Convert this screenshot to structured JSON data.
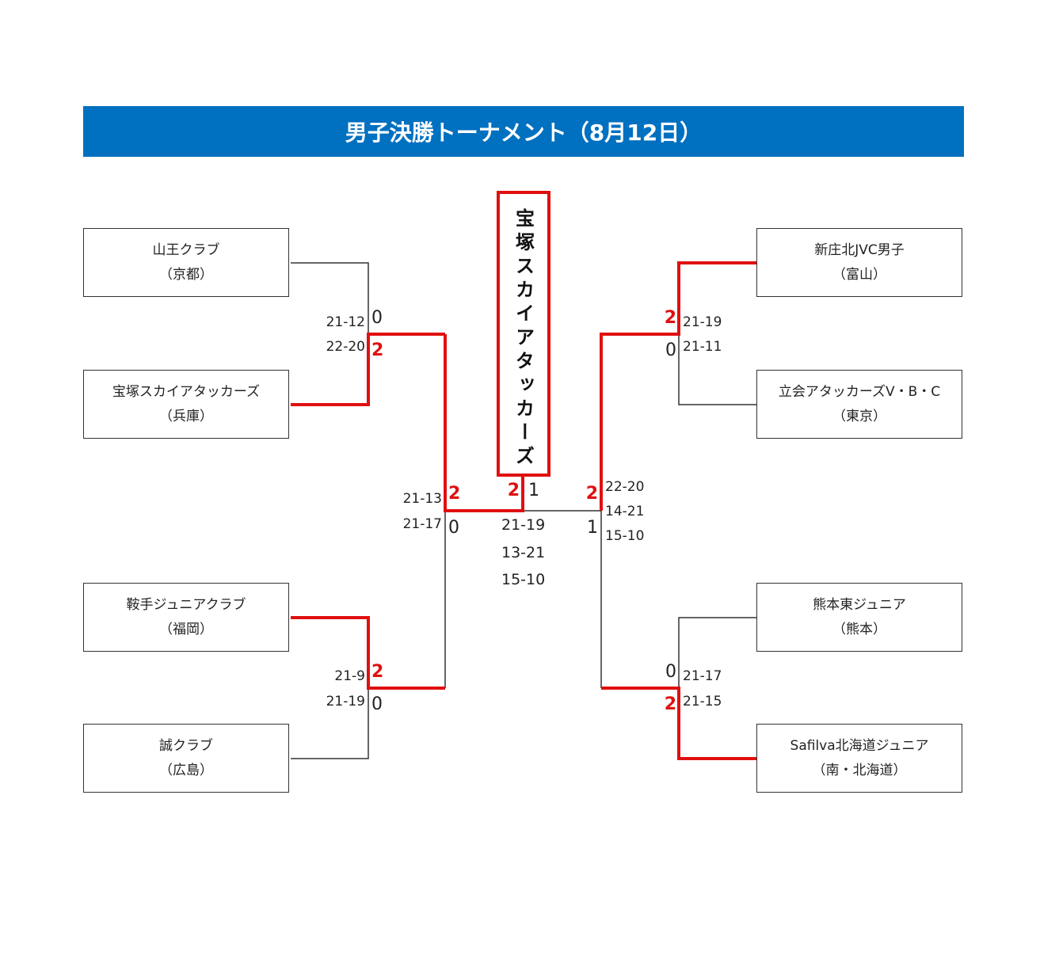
{
  "title": "男子決勝トーナメント（8月12日）",
  "champion": "宝塚スカイアタッカーズ",
  "teams": {
    "left": [
      {
        "name": "山王クラブ",
        "pref": "（京都）"
      },
      {
        "name": "宝塚スカイアタッカーズ",
        "pref": "（兵庫）"
      },
      {
        "name": "鞍手ジュニアクラブ",
        "pref": "（福岡）"
      },
      {
        "name": "誠クラブ",
        "pref": "（広島）"
      }
    ],
    "right": [
      {
        "name": "新庄北JVC男子",
        "pref": "（富山）"
      },
      {
        "name": "立会アタッカーズV・B・C",
        "pref": "（東京）"
      },
      {
        "name": "熊本東ジュニア",
        "pref": "（熊本）"
      },
      {
        "name": "Safilva北海道ジュニア",
        "pref": "（南・北海道）"
      }
    ]
  },
  "matches": {
    "l1": {
      "sets": [
        "21-12",
        "22-20"
      ],
      "top_score": "0",
      "bottom_score": "2"
    },
    "l2": {
      "sets": [
        "21-9",
        "21-19"
      ],
      "top_score": "2",
      "bottom_score": "0"
    },
    "lsemi": {
      "sets": [
        "21-13",
        "21-17"
      ],
      "top_score": "2",
      "bottom_score": "0"
    },
    "r1": {
      "sets": [
        "21-19",
        "21-11"
      ],
      "top_score": "2",
      "bottom_score": "0"
    },
    "r2": {
      "sets": [
        "21-17",
        "21-15"
      ],
      "top_score": "0",
      "bottom_score": "2"
    },
    "rsemi": {
      "sets": [
        "22-20",
        "14-21",
        "15-10"
      ],
      "top_score": "2",
      "bottom_score": "1"
    },
    "final": {
      "sets": [
        "21-19",
        "13-21",
        "15-10"
      ],
      "left_score": "2",
      "right_score": "1"
    }
  },
  "colors": {
    "header": "#0070C0",
    "winner": "#e01010",
    "line": "#333333"
  }
}
